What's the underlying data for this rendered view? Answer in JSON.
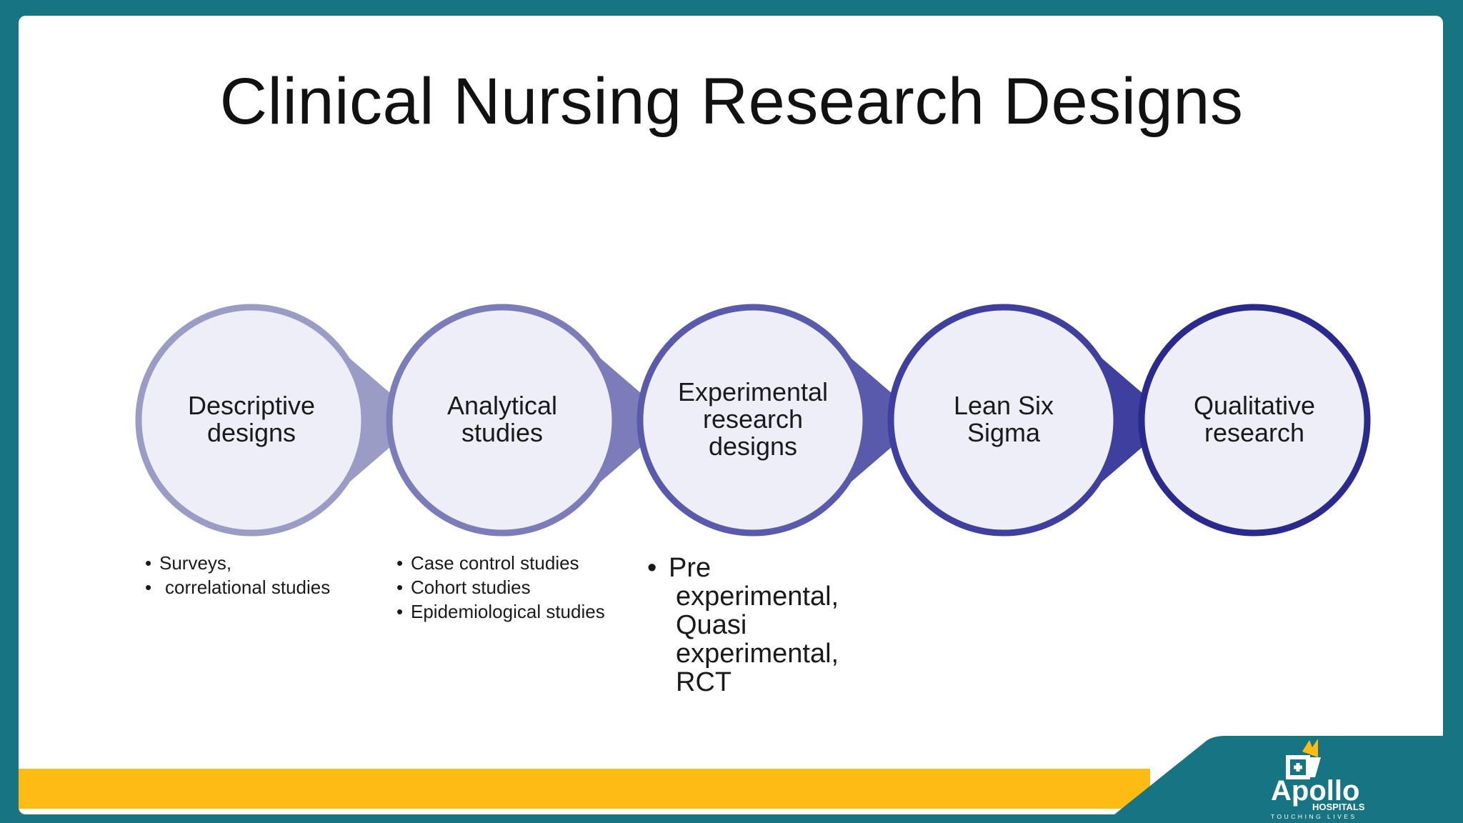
{
  "title": "Clinical Nursing Research Designs",
  "steps": [
    {
      "label_lines": [
        "Descriptive",
        "designs"
      ],
      "color": "#9b9cc5"
    },
    {
      "label_lines": [
        "Analytical",
        "studies"
      ],
      "color": "#7b7cb9"
    },
    {
      "label_lines": [
        "Experimental",
        "research",
        "designs"
      ],
      "color": "#5a5aad"
    },
    {
      "label_lines": [
        "Lean Six",
        "Sigma"
      ],
      "color": "#3f3fa0"
    },
    {
      "label_lines": [
        "Qualitative",
        "research"
      ],
      "color": "#2a2a8e"
    }
  ],
  "details": {
    "descriptive": [
      "Surveys,",
      "correlational studies"
    ],
    "analytical": [
      "Case control studies",
      "Cohort studies",
      "Epidemiological studies"
    ],
    "experimental": [
      "Pre experimental, Quasi experimental, RCT"
    ]
  },
  "colors": {
    "frame": "#177583",
    "accent_band": "#fdbb13",
    "circle_fill": "#edeef7"
  },
  "logo": {
    "brand": "Apollo",
    "sub": "HOSPITALS",
    "tagline": "TOUCHING LIVES"
  }
}
